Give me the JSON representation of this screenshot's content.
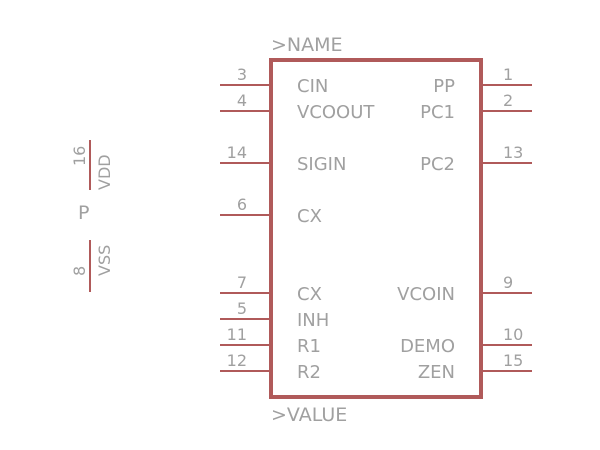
{
  "colors": {
    "body": "#b05a5a",
    "pin": "#b05a5a",
    "text": "#a0a0a0",
    "background": "#ffffff"
  },
  "component": {
    "name_label": ">NAME",
    "value_label": ">VALUE"
  },
  "power_symbol": {
    "part_label": "P",
    "vdd": {
      "number": "16",
      "label": "VDD"
    },
    "vss": {
      "number": "8",
      "label": "VSS"
    }
  },
  "pins_left": [
    {
      "number": "3",
      "label": "CIN"
    },
    {
      "number": "4",
      "label": "VCOOUT"
    },
    {
      "number": "14",
      "label": "SIGIN"
    },
    {
      "number": "6",
      "label": "CX"
    },
    {
      "number": "7",
      "label": "CX"
    },
    {
      "number": "5",
      "label": "INH"
    },
    {
      "number": "11",
      "label": "R1"
    },
    {
      "number": "12",
      "label": "R2"
    }
  ],
  "pins_right": [
    {
      "number": "1",
      "label": "PP"
    },
    {
      "number": "2",
      "label": "PC1"
    },
    {
      "number": "13",
      "label": "PC2"
    },
    {
      "number": "9",
      "label": "VCOIN"
    },
    {
      "number": "10",
      "label": "DEMO"
    },
    {
      "number": "15",
      "label": "ZEN"
    }
  ]
}
